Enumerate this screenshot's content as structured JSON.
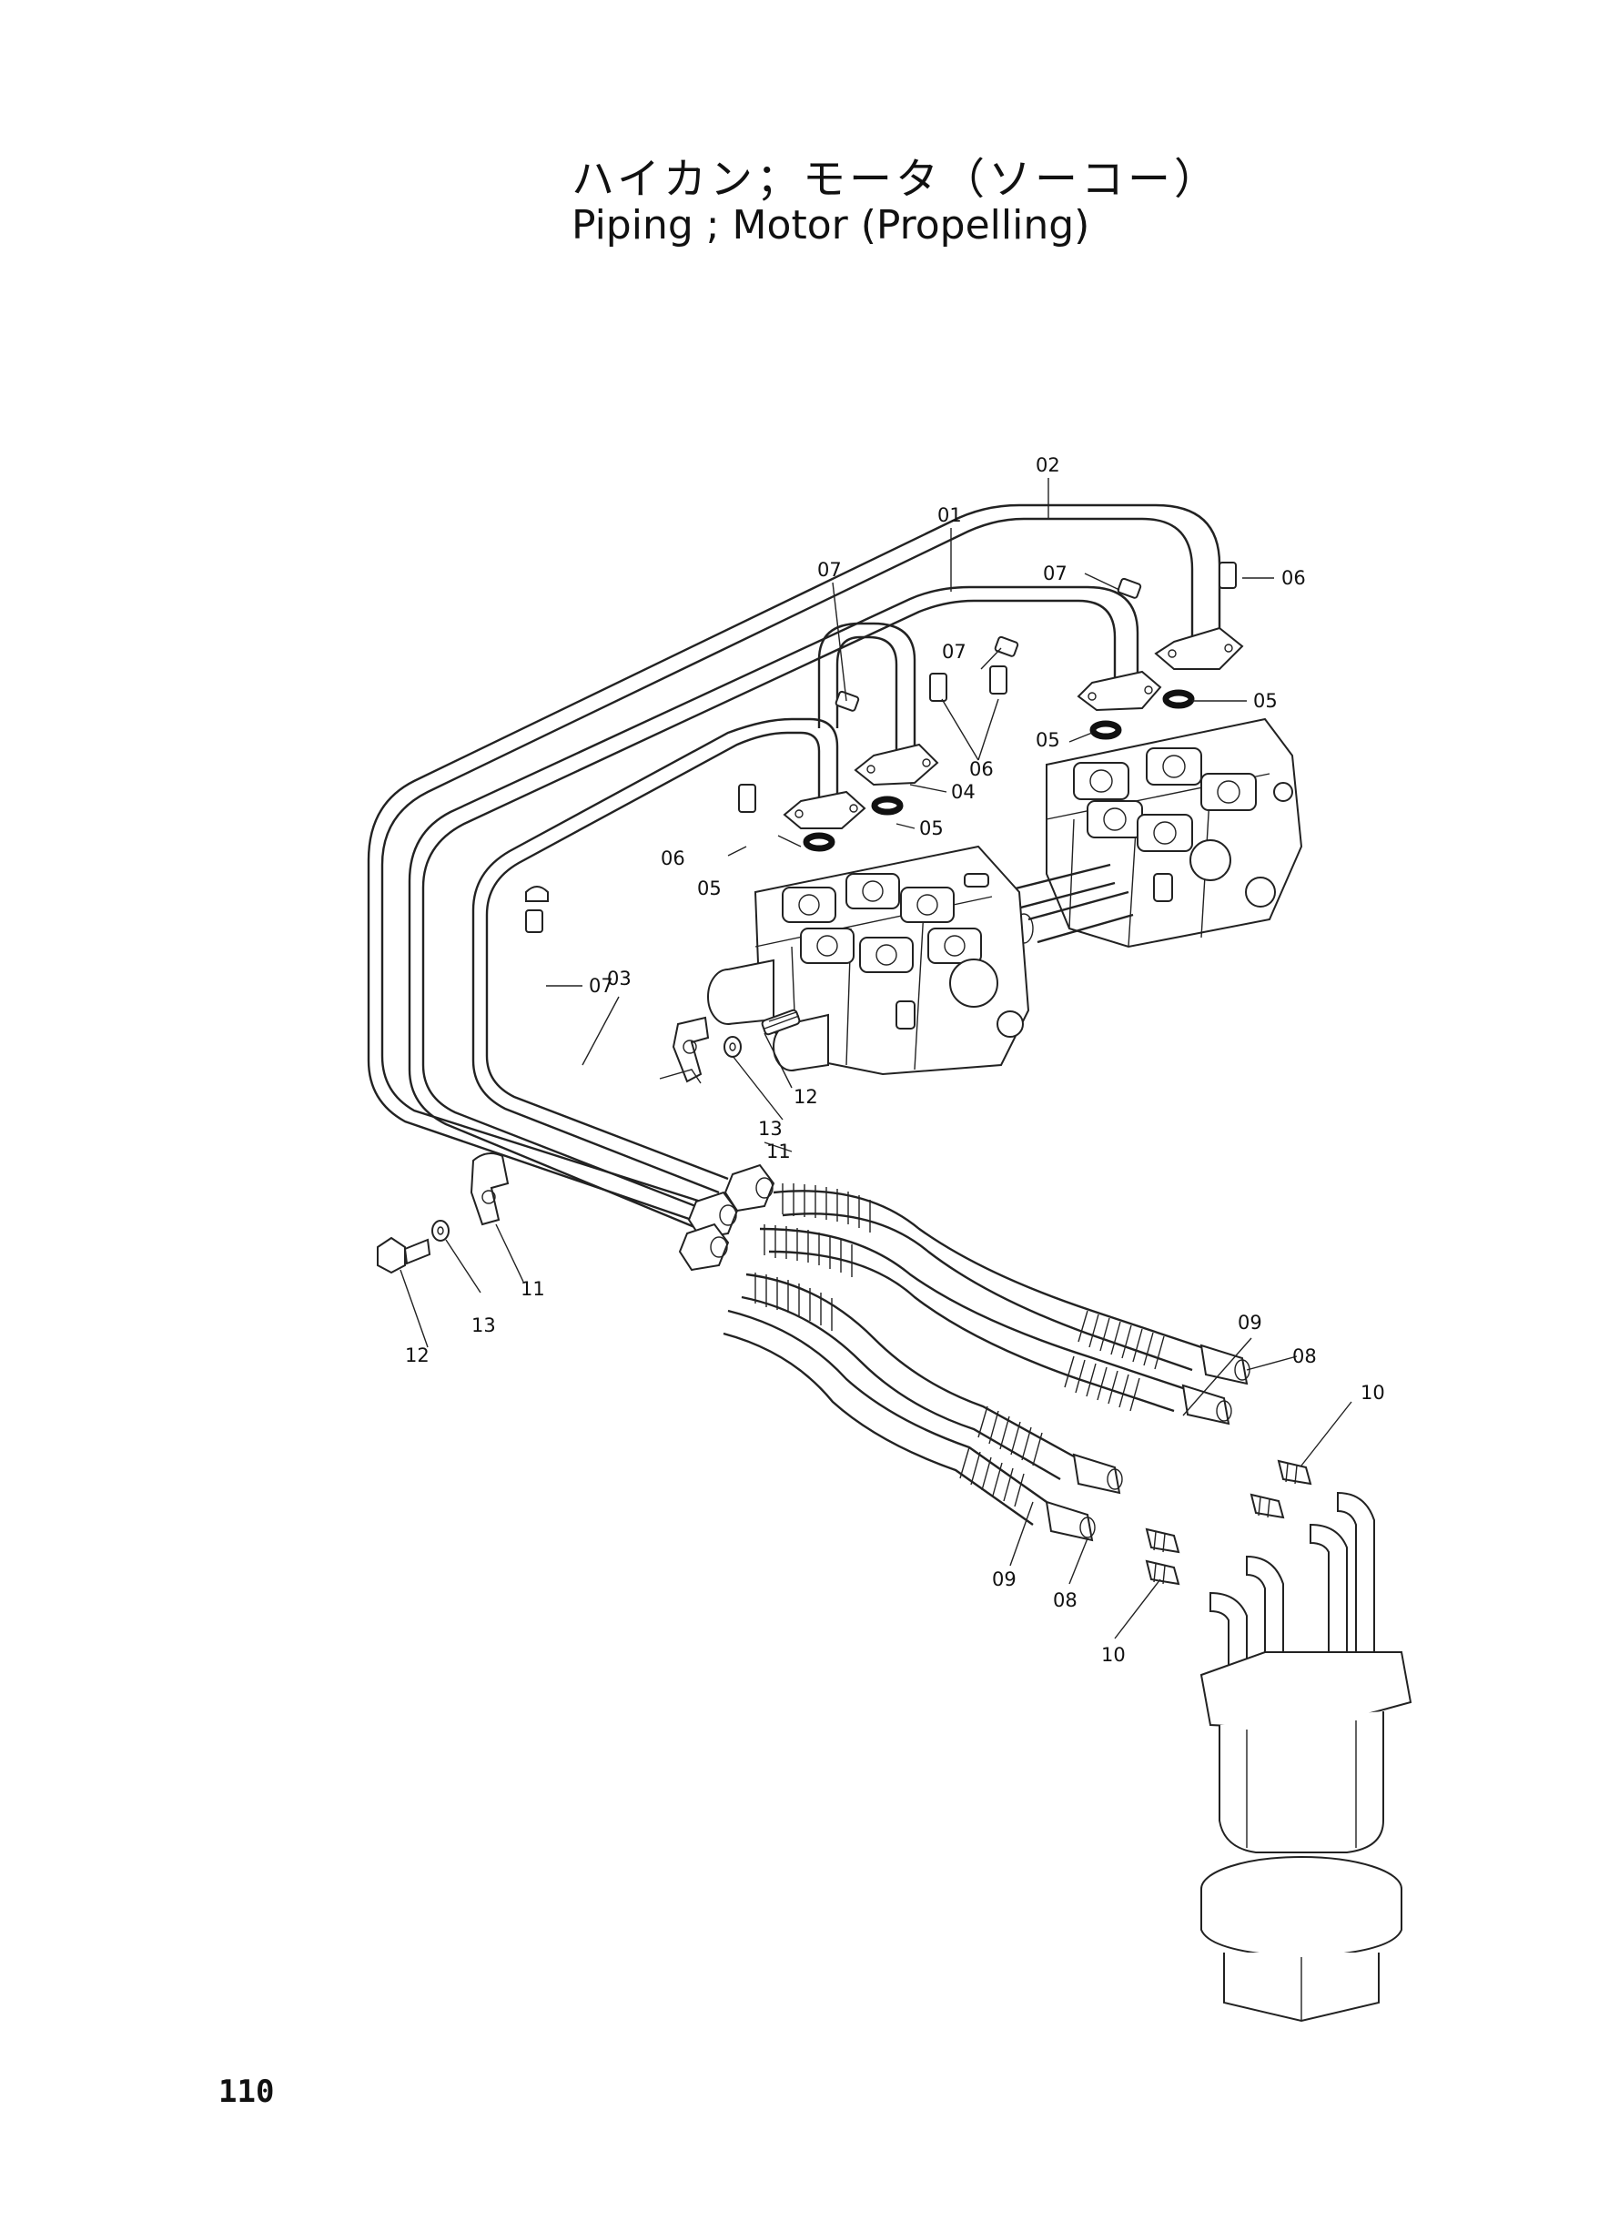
{
  "header": {
    "title_jp": "ハイカン；モータ（ソーコー）",
    "title_en": "Piping ; Motor  (Propelling)"
  },
  "page_number": "110",
  "callouts": {
    "c01": "01",
    "c02": "02",
    "c03": "03",
    "c04": "04",
    "c05a": "05",
    "c05b": "05",
    "c05c": "05",
    "c05d": "05",
    "c06a": "06",
    "c06b": "06",
    "c06c": "06",
    "c07a": "07",
    "c07b": "07",
    "c07c": "07",
    "c07d": "07",
    "c08a": "08",
    "c08b": "08",
    "c09a": "09",
    "c09b": "09",
    "c10a": "10",
    "c10b": "10",
    "c11a": "11",
    "c11b": "11",
    "c12a": "12",
    "c12b": "12",
    "c13a": "13",
    "c13b": "13"
  }
}
